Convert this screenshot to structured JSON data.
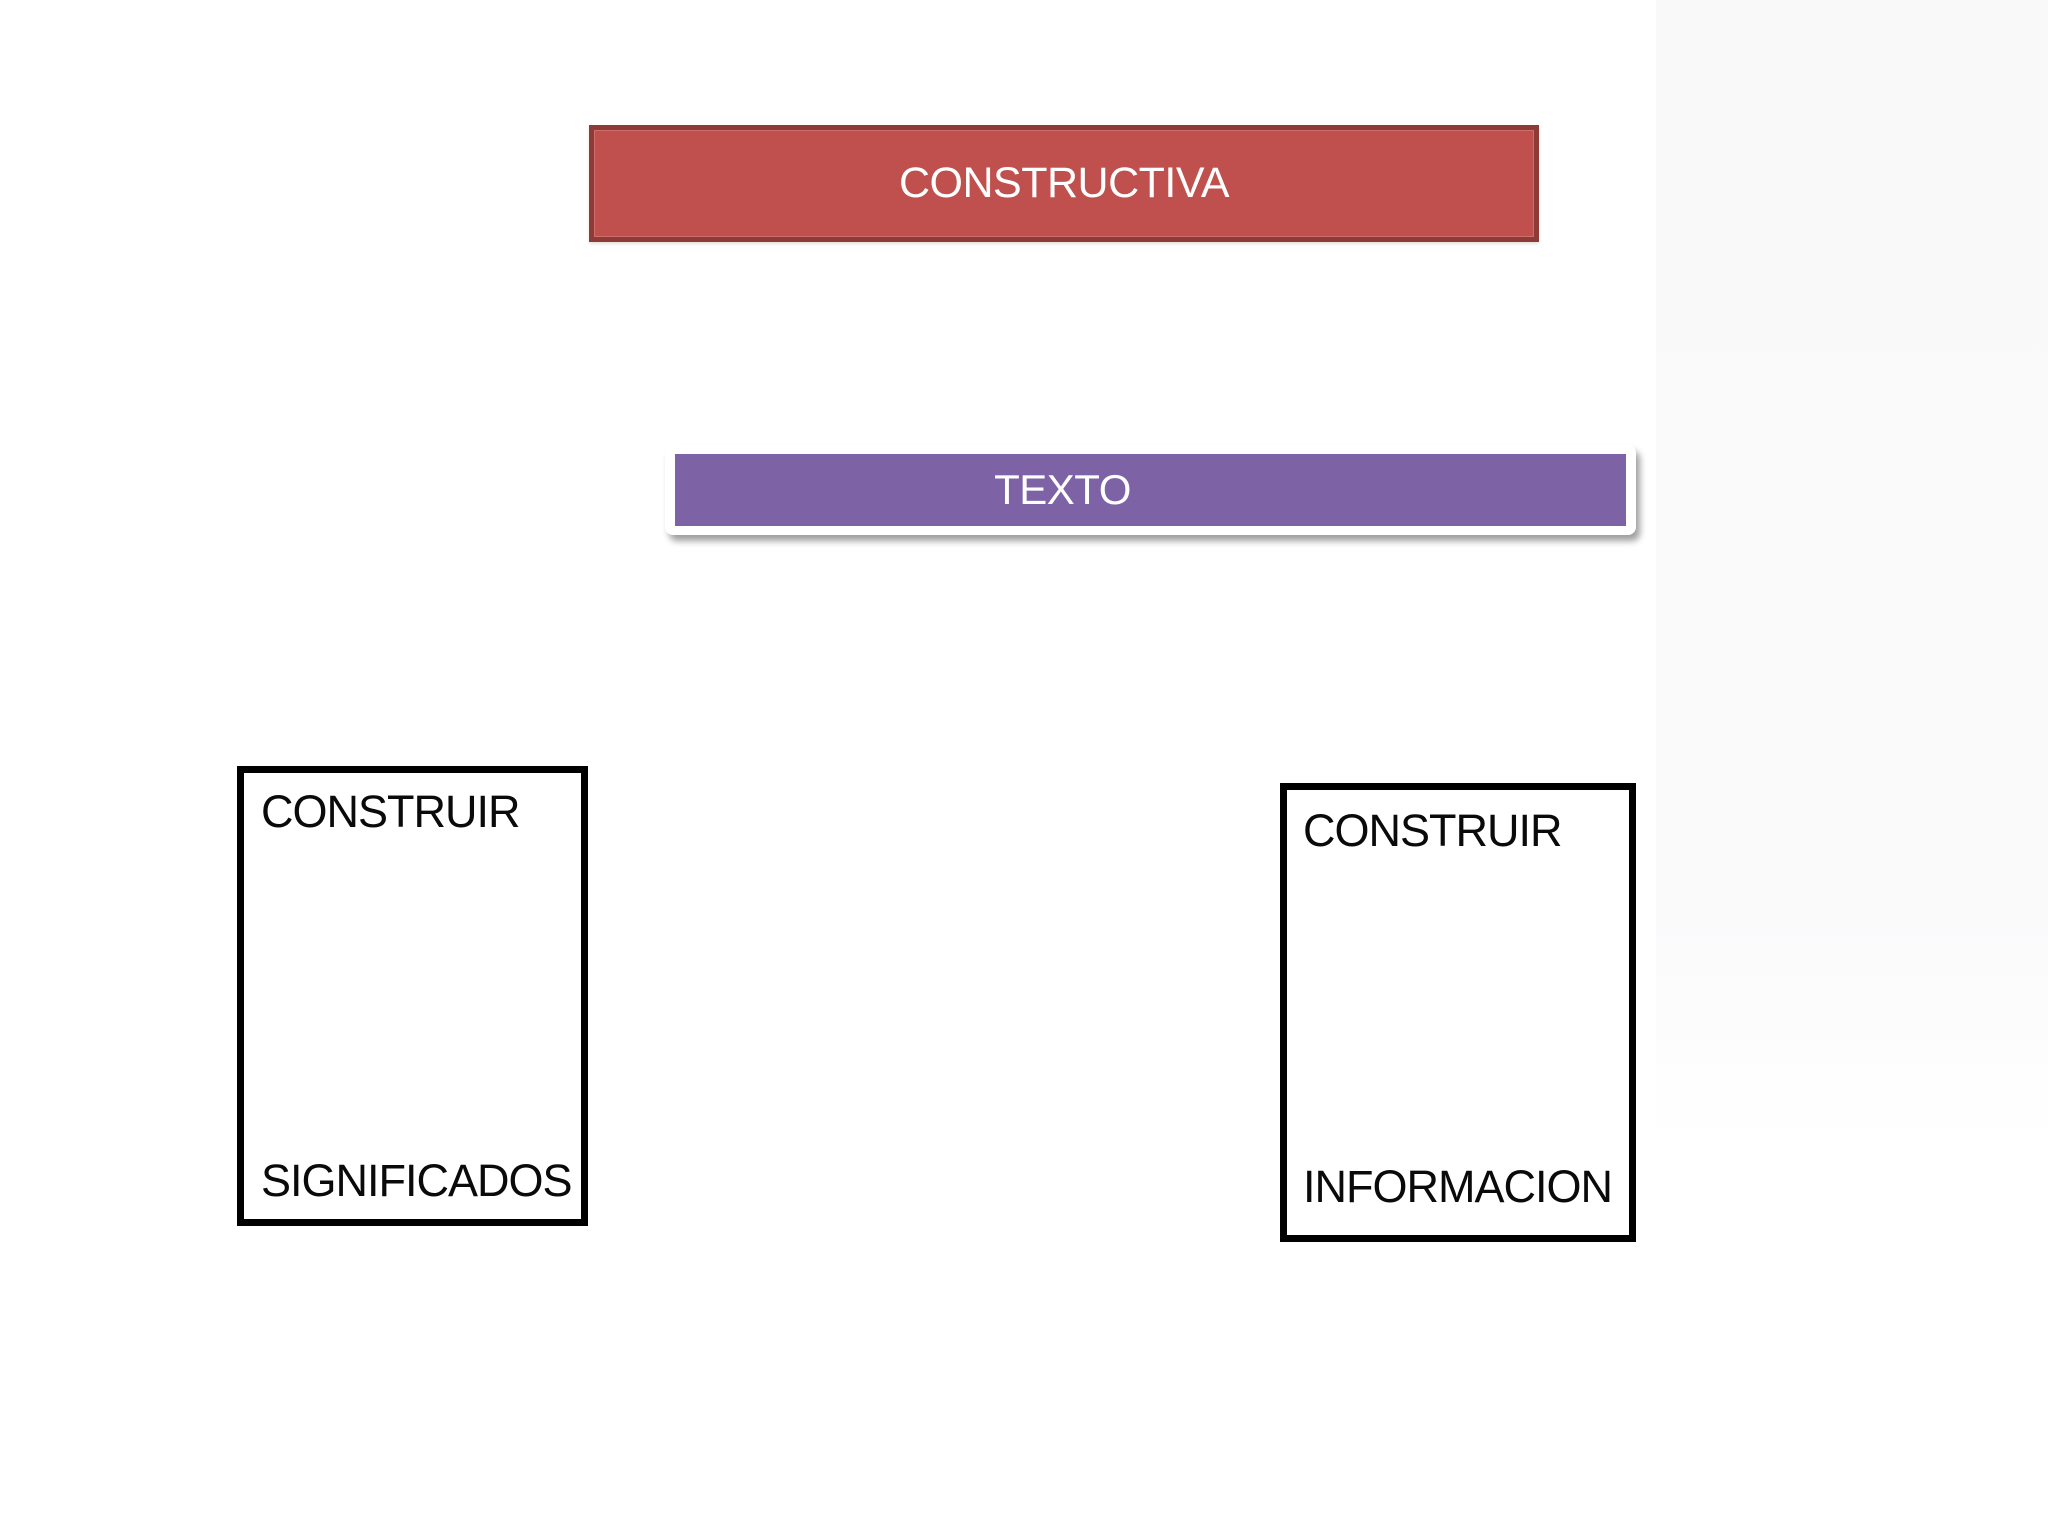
{
  "colors": {
    "page-bg": "#ffffff",
    "red-fill": "#c0504d",
    "red-border": "#8e3b38",
    "purple-fill": "#7d63a5",
    "purple-frame": "#ffffff",
    "box-border": "#000000",
    "box-text": "#0a0a0a",
    "banner-text": "#ffffff"
  },
  "nodes": {
    "constructiva": {
      "label": "CONSTRUCTIVA"
    },
    "texto": {
      "label": "TEXTO"
    },
    "left_box": {
      "top_label": "CONSTRUIR",
      "bottom_label": "SIGNIFICADOS"
    },
    "right_box": {
      "top_label": "CONSTRUIR",
      "bottom_label": "INFORMACION"
    }
  }
}
